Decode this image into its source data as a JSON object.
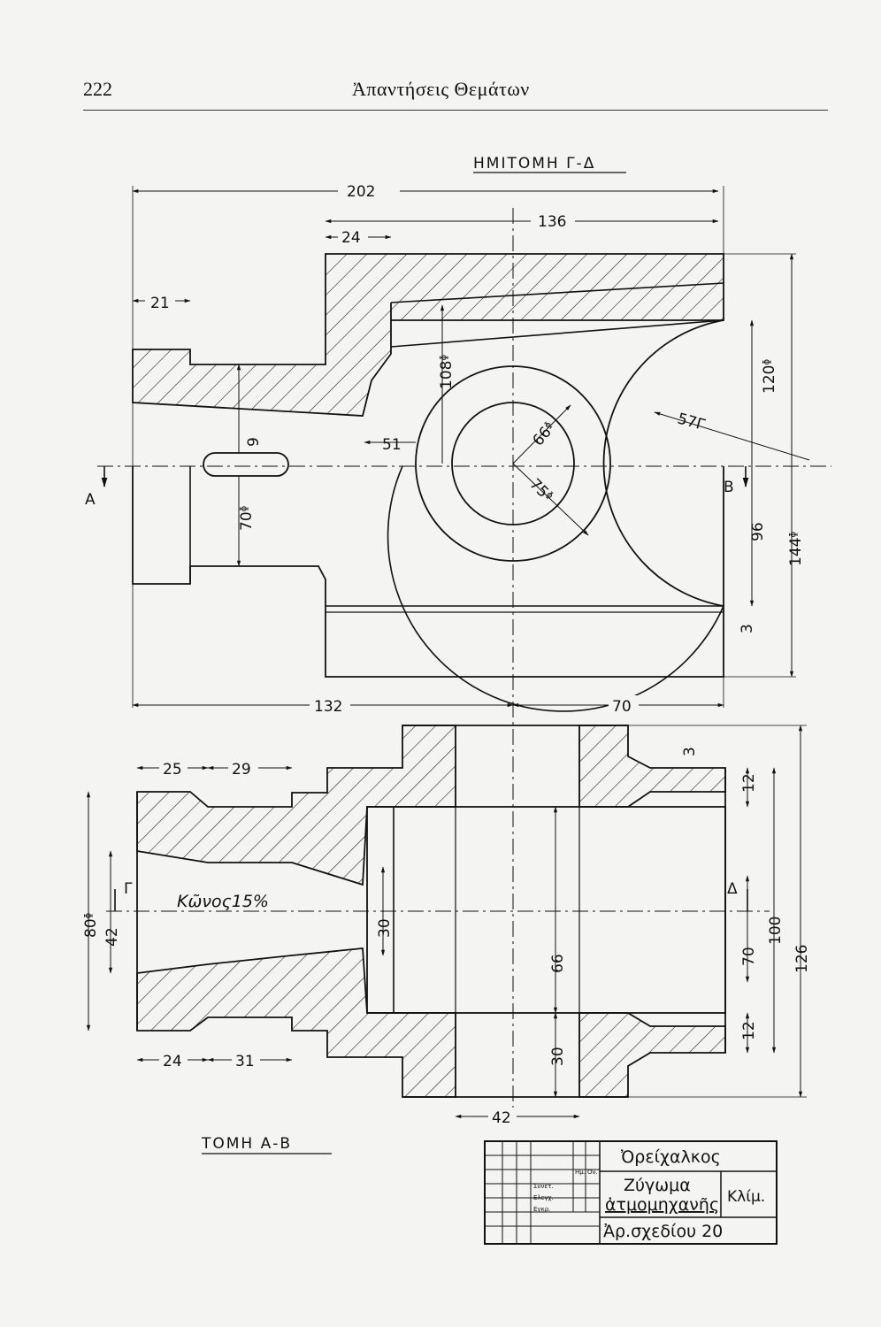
{
  "page": {
    "number": "222",
    "title": "Ἀπαντήσεις Θεμάτων"
  },
  "top_view": {
    "title": "ΗΜΙΤΟΜΗ Γ-Δ",
    "section_marks": {
      "left": "Α",
      "right": "Β"
    },
    "dims": {
      "d202": "202",
      "d136": "136",
      "d24": "24",
      "d21": "21",
      "d108": "108ᶲ",
      "d120": "120ᶲ",
      "d9": "9",
      "d51": "51",
      "d66": "66ᶲ",
      "d75": "75ᶲ",
      "d57": "57Γ",
      "d70": "70ᶲ",
      "d96": "96",
      "d144": "144ᶲ",
      "d3": "3",
      "d132": "132",
      "d70b": "70"
    }
  },
  "bottom_view": {
    "title": "ΤΟΜΗ Α-Β",
    "section_marks": {
      "left": "Γ",
      "right": "Δ"
    },
    "taper_note": "Κῶνος15%",
    "dims": {
      "d25": "25",
      "d29": "29",
      "d80": "80ᶲ",
      "d42": "42",
      "d30a": "30",
      "d66": "66",
      "d30b": "30",
      "d42b": "42",
      "d24": "24",
      "d31": "31",
      "d3": "3",
      "d12a": "12",
      "d100": "100",
      "d70": "70",
      "d126": "126",
      "d12b": "12"
    }
  },
  "title_block": {
    "material": "Ὀρείχαλκος",
    "part_name_1": "Ζύγωμα",
    "part_name_2": "ἀτμομηχανῆς",
    "scale": "Κλίμ.",
    "drawing_no": "Ἀρ.σχεδίου 20",
    "row_labels": [
      "Συνετ.",
      "Ελεγχ.",
      "Εγκρ."
    ],
    "col_labels": [
      "Ημ.",
      "Ον."
    ]
  }
}
